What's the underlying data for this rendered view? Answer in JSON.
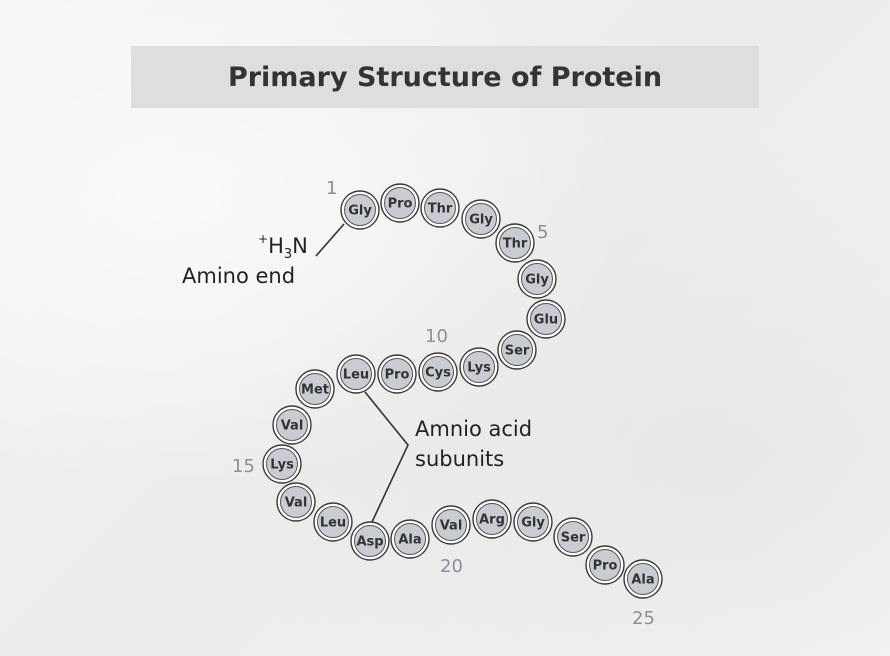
{
  "title": "Primary Structure of Protein",
  "amino_end": {
    "formula_superscript": "+",
    "formula_h": "H",
    "formula_subscript": "3",
    "formula_n": "N",
    "label": "Amino end"
  },
  "subunits_label": [
    "Amnio acid",
    "subunits"
  ],
  "residues": [
    "Gly",
    "Pro",
    "Thr",
    "Gly",
    "Thr",
    "Gly",
    "Glu",
    "Ser",
    "Lys",
    "Cys",
    "Pro",
    "Leu",
    "Met",
    "Val",
    "Lys",
    "Val",
    "Leu",
    "Asp",
    "Ala",
    "Val",
    "Arg",
    "Gly",
    "Ser",
    "Pro",
    "Ala"
  ],
  "position_labels": [
    "1",
    "5",
    "10",
    "15",
    "20",
    "25"
  ]
}
